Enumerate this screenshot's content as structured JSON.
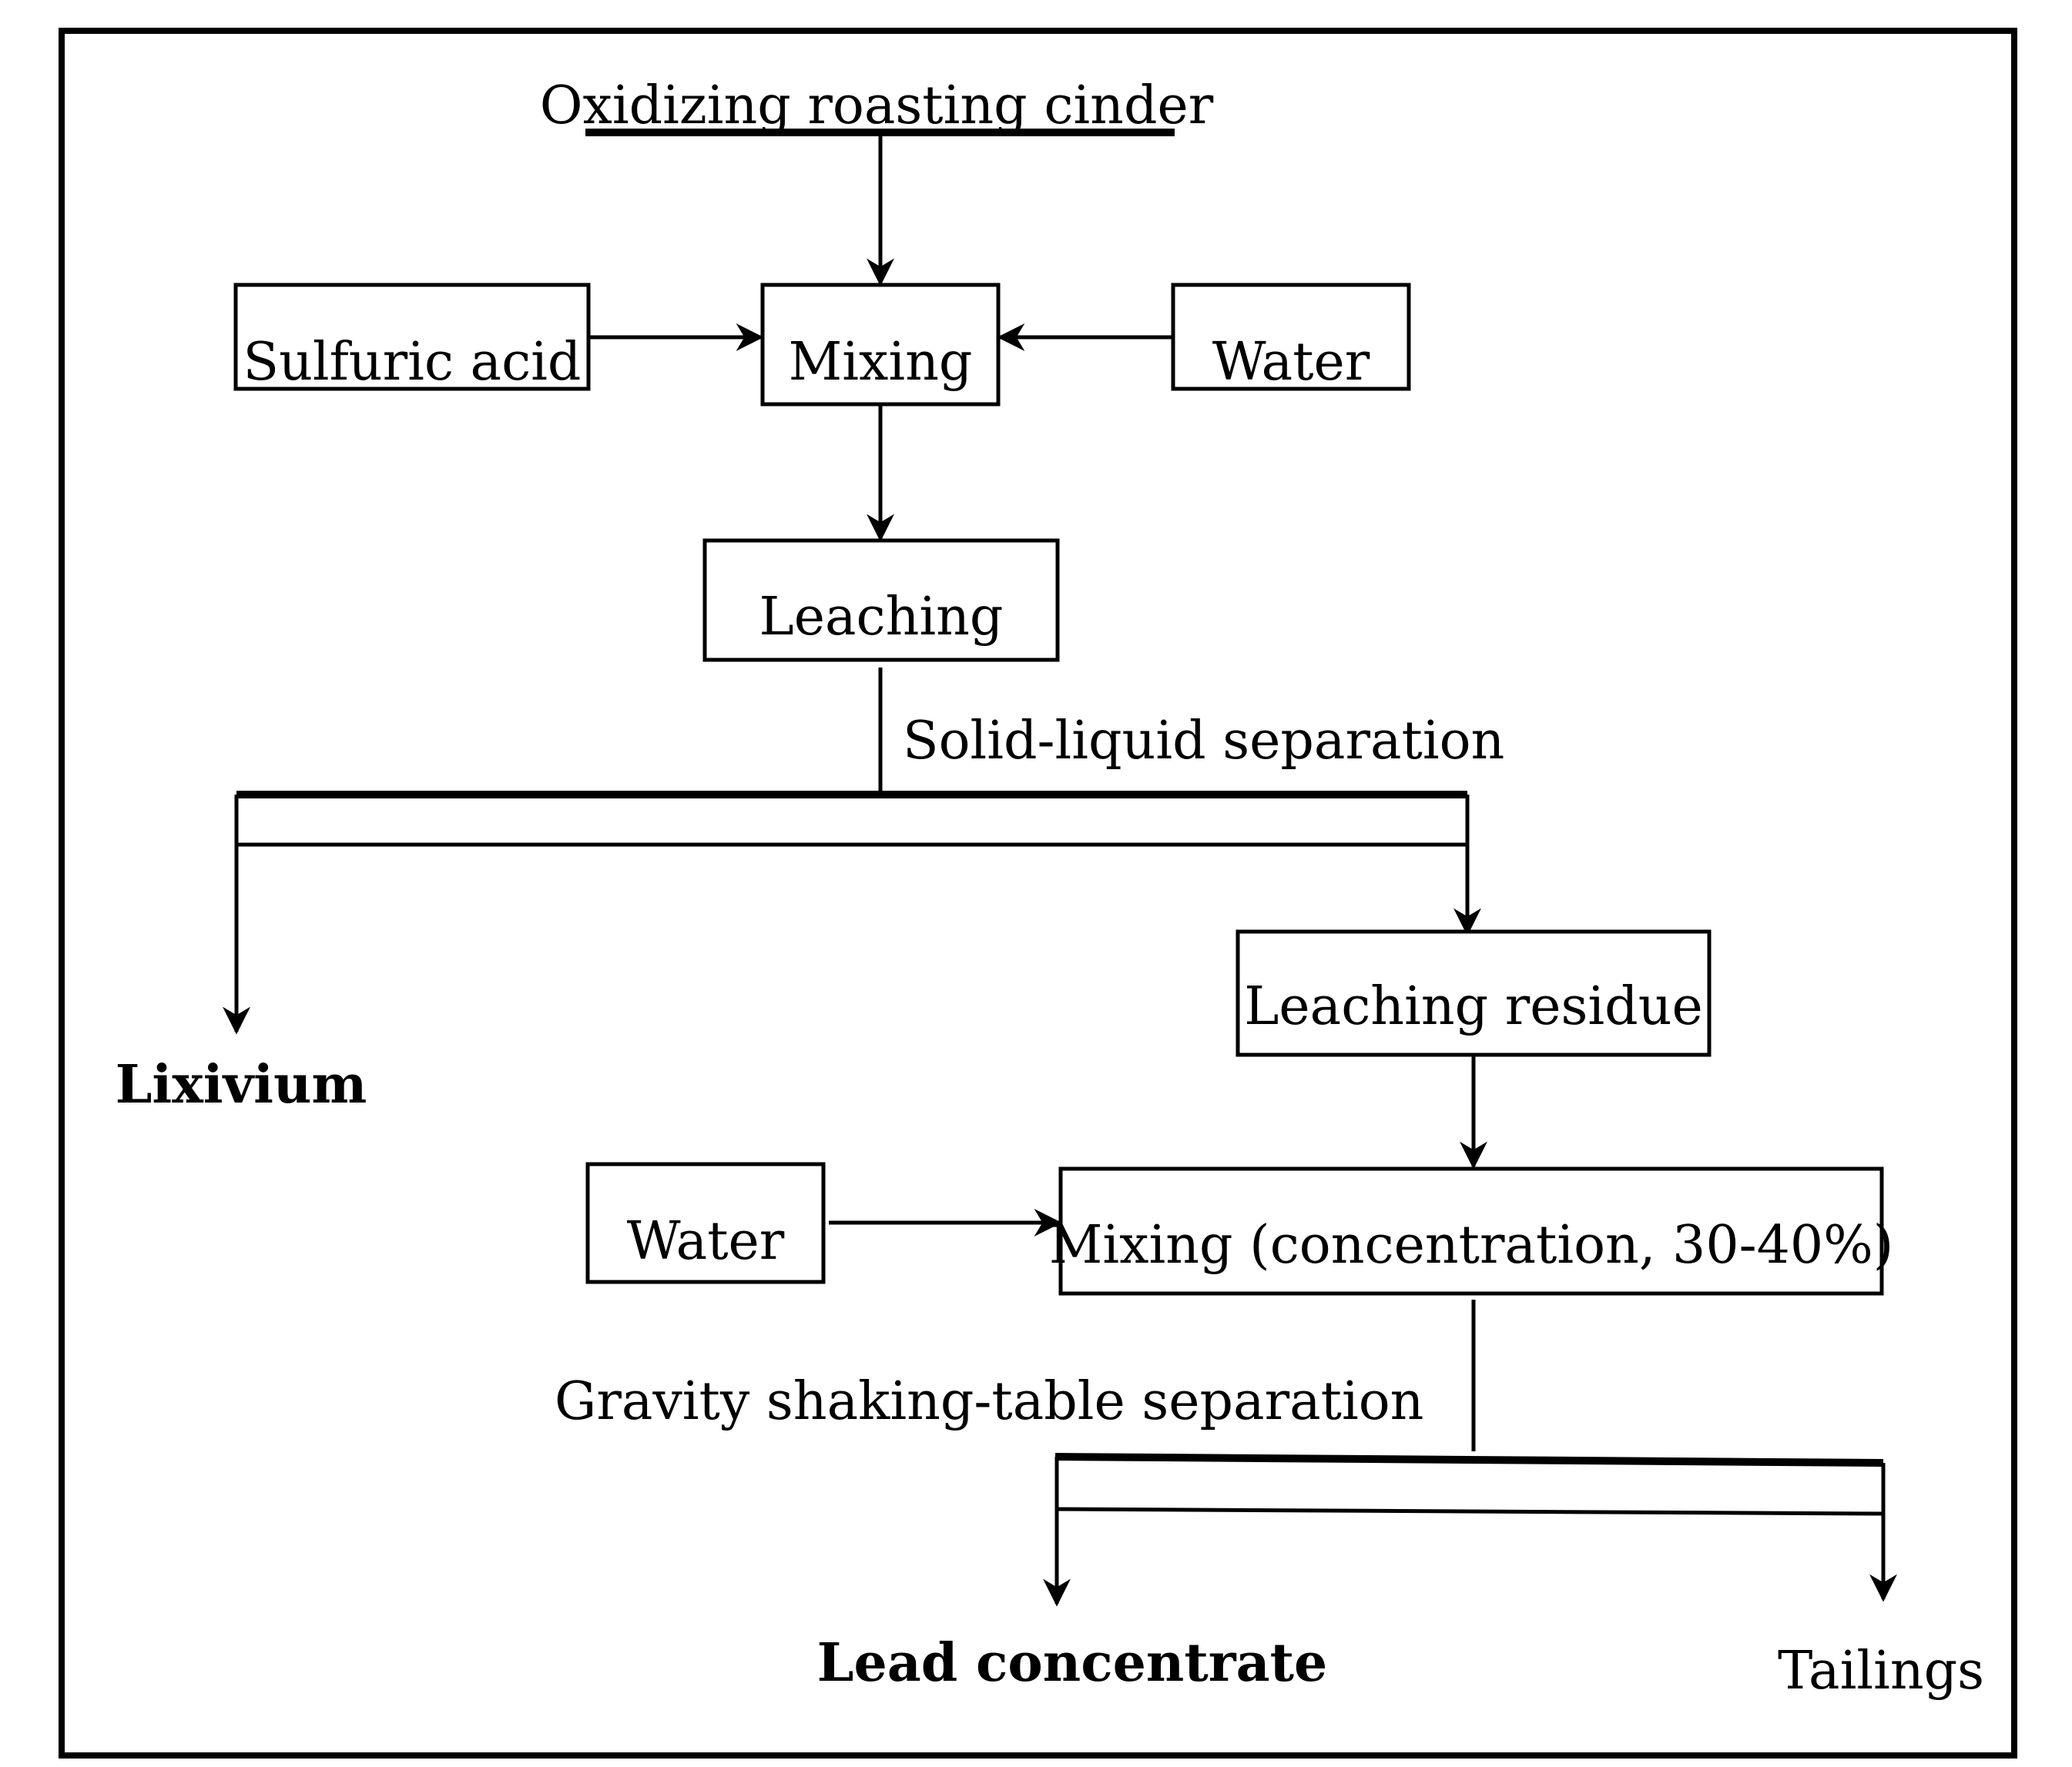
{
  "diagram": {
    "title": "Oxidizing roasting cinder",
    "nodes": {
      "sulfuric_acid": "Sulfuric acid",
      "mixing_1": "Mixing",
      "water_1": "Water",
      "leaching": "Leaching",
      "leaching_residue": "Leaching residue",
      "water_2": "Water",
      "mixing_2": "Mixing (concentration, 30-40%)"
    },
    "edge_labels": {
      "solid_liquid": "Solid-liquid separation",
      "gravity": "Gravity shaking-table separation"
    },
    "products": {
      "lixivium": "Lixivium",
      "lead_concentrate": "Lead concentrate",
      "tailings": "Tailings"
    }
  }
}
